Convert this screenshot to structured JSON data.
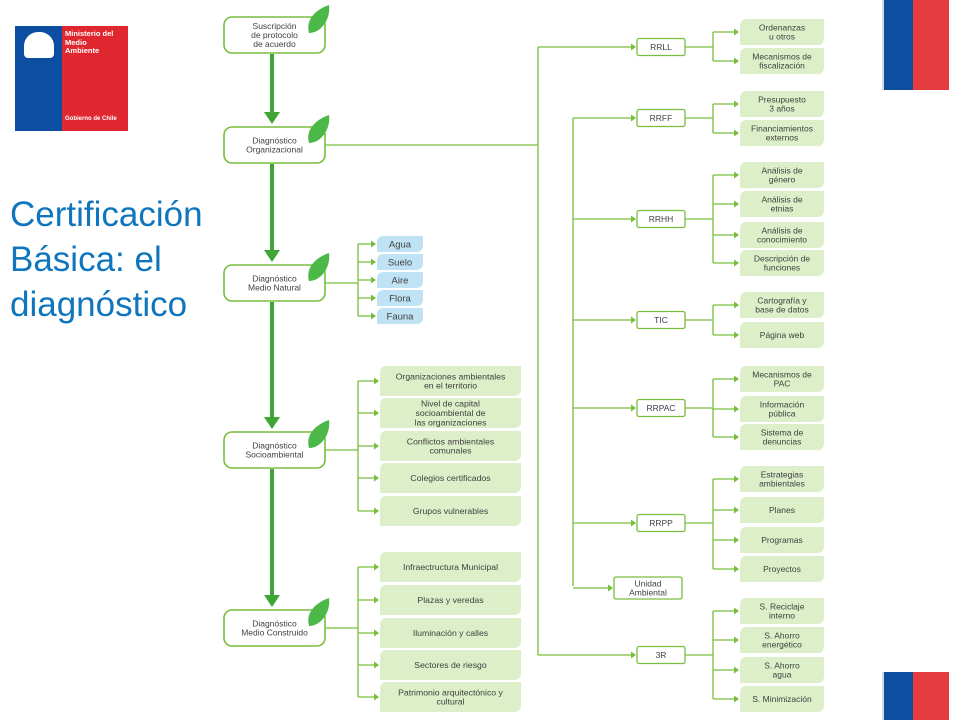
{
  "logo": {
    "lines": "Ministerio del\nMedio\nAmbiente",
    "subline": "Gobierno de Chile"
  },
  "side_title": {
    "line1": "Certificación",
    "line2": "Básica: el",
    "line3": "diagnóstico"
  },
  "colors": {
    "green_line": "#78be3c",
    "green_arrow": "#3fa535",
    "box_fill": "#dcefc9",
    "blue_fill": "#bfe3f4",
    "accent_text": "#0f75bd"
  },
  "diagram": {
    "stages": [
      "Suscripción\nde protocolo\nde acuerdo",
      "Diagnóstico\nOrganizacional",
      "Diagnóstico\nMedio Natural",
      "Diagnóstico\nSocioambiental",
      "Diagnóstico\nMedio Construido"
    ],
    "natural_items": [
      "Agua",
      "Suelo",
      "Aire",
      "Flora",
      "Fauna"
    ],
    "socio_items": [
      "Organizaciones ambientales\nen el territorio",
      "Nivel de capital\nsocioambiental de\nlas organizaciones",
      "Conflictos ambientales\ncomunales",
      "Colegios certificados",
      "Grupos vulnerables"
    ],
    "construido_items": [
      "Infraectructura Municipal",
      "Plazas y veredas",
      "Iluminación y calles",
      "Sectores de riesgo",
      "Patrimonio arquitectónico y\ncultural"
    ],
    "org_nodes": [
      {
        "label": "RRLL",
        "items": [
          "Ordenanzas\nu otros",
          "Mecanismos de\nfiscalización"
        ]
      },
      {
        "label": "RRFF",
        "items": [
          "Presupuesto\n3 años",
          "Financiamientos\nexternos"
        ]
      },
      {
        "label": "RRHH",
        "items": [
          "Análisis de\ngénero",
          "Análisis de\netnias",
          "Análisis de\nconocimiento",
          "Descripción de\nfunciones"
        ]
      },
      {
        "label": "TIC",
        "items": [
          "Cartografía y\nbase de datos",
          "Página web"
        ]
      },
      {
        "label": "RRPAC",
        "items": [
          "Mecanismos de\nPAC",
          "Información\npública",
          "Sistema de\ndenuncias"
        ]
      },
      {
        "label": "RRPP",
        "items": [
          "Estrategias\nambientales",
          "Planes",
          "Programas",
          "Proyectos"
        ]
      },
      {
        "label": "Unidad\nAmbiental",
        "items": []
      },
      {
        "label": "3R",
        "items": [
          "S. Reciclaje\ninterno",
          "S. Ahorro\nenergético",
          "S. Ahorro\nagua",
          "S. Minimización"
        ]
      }
    ]
  }
}
